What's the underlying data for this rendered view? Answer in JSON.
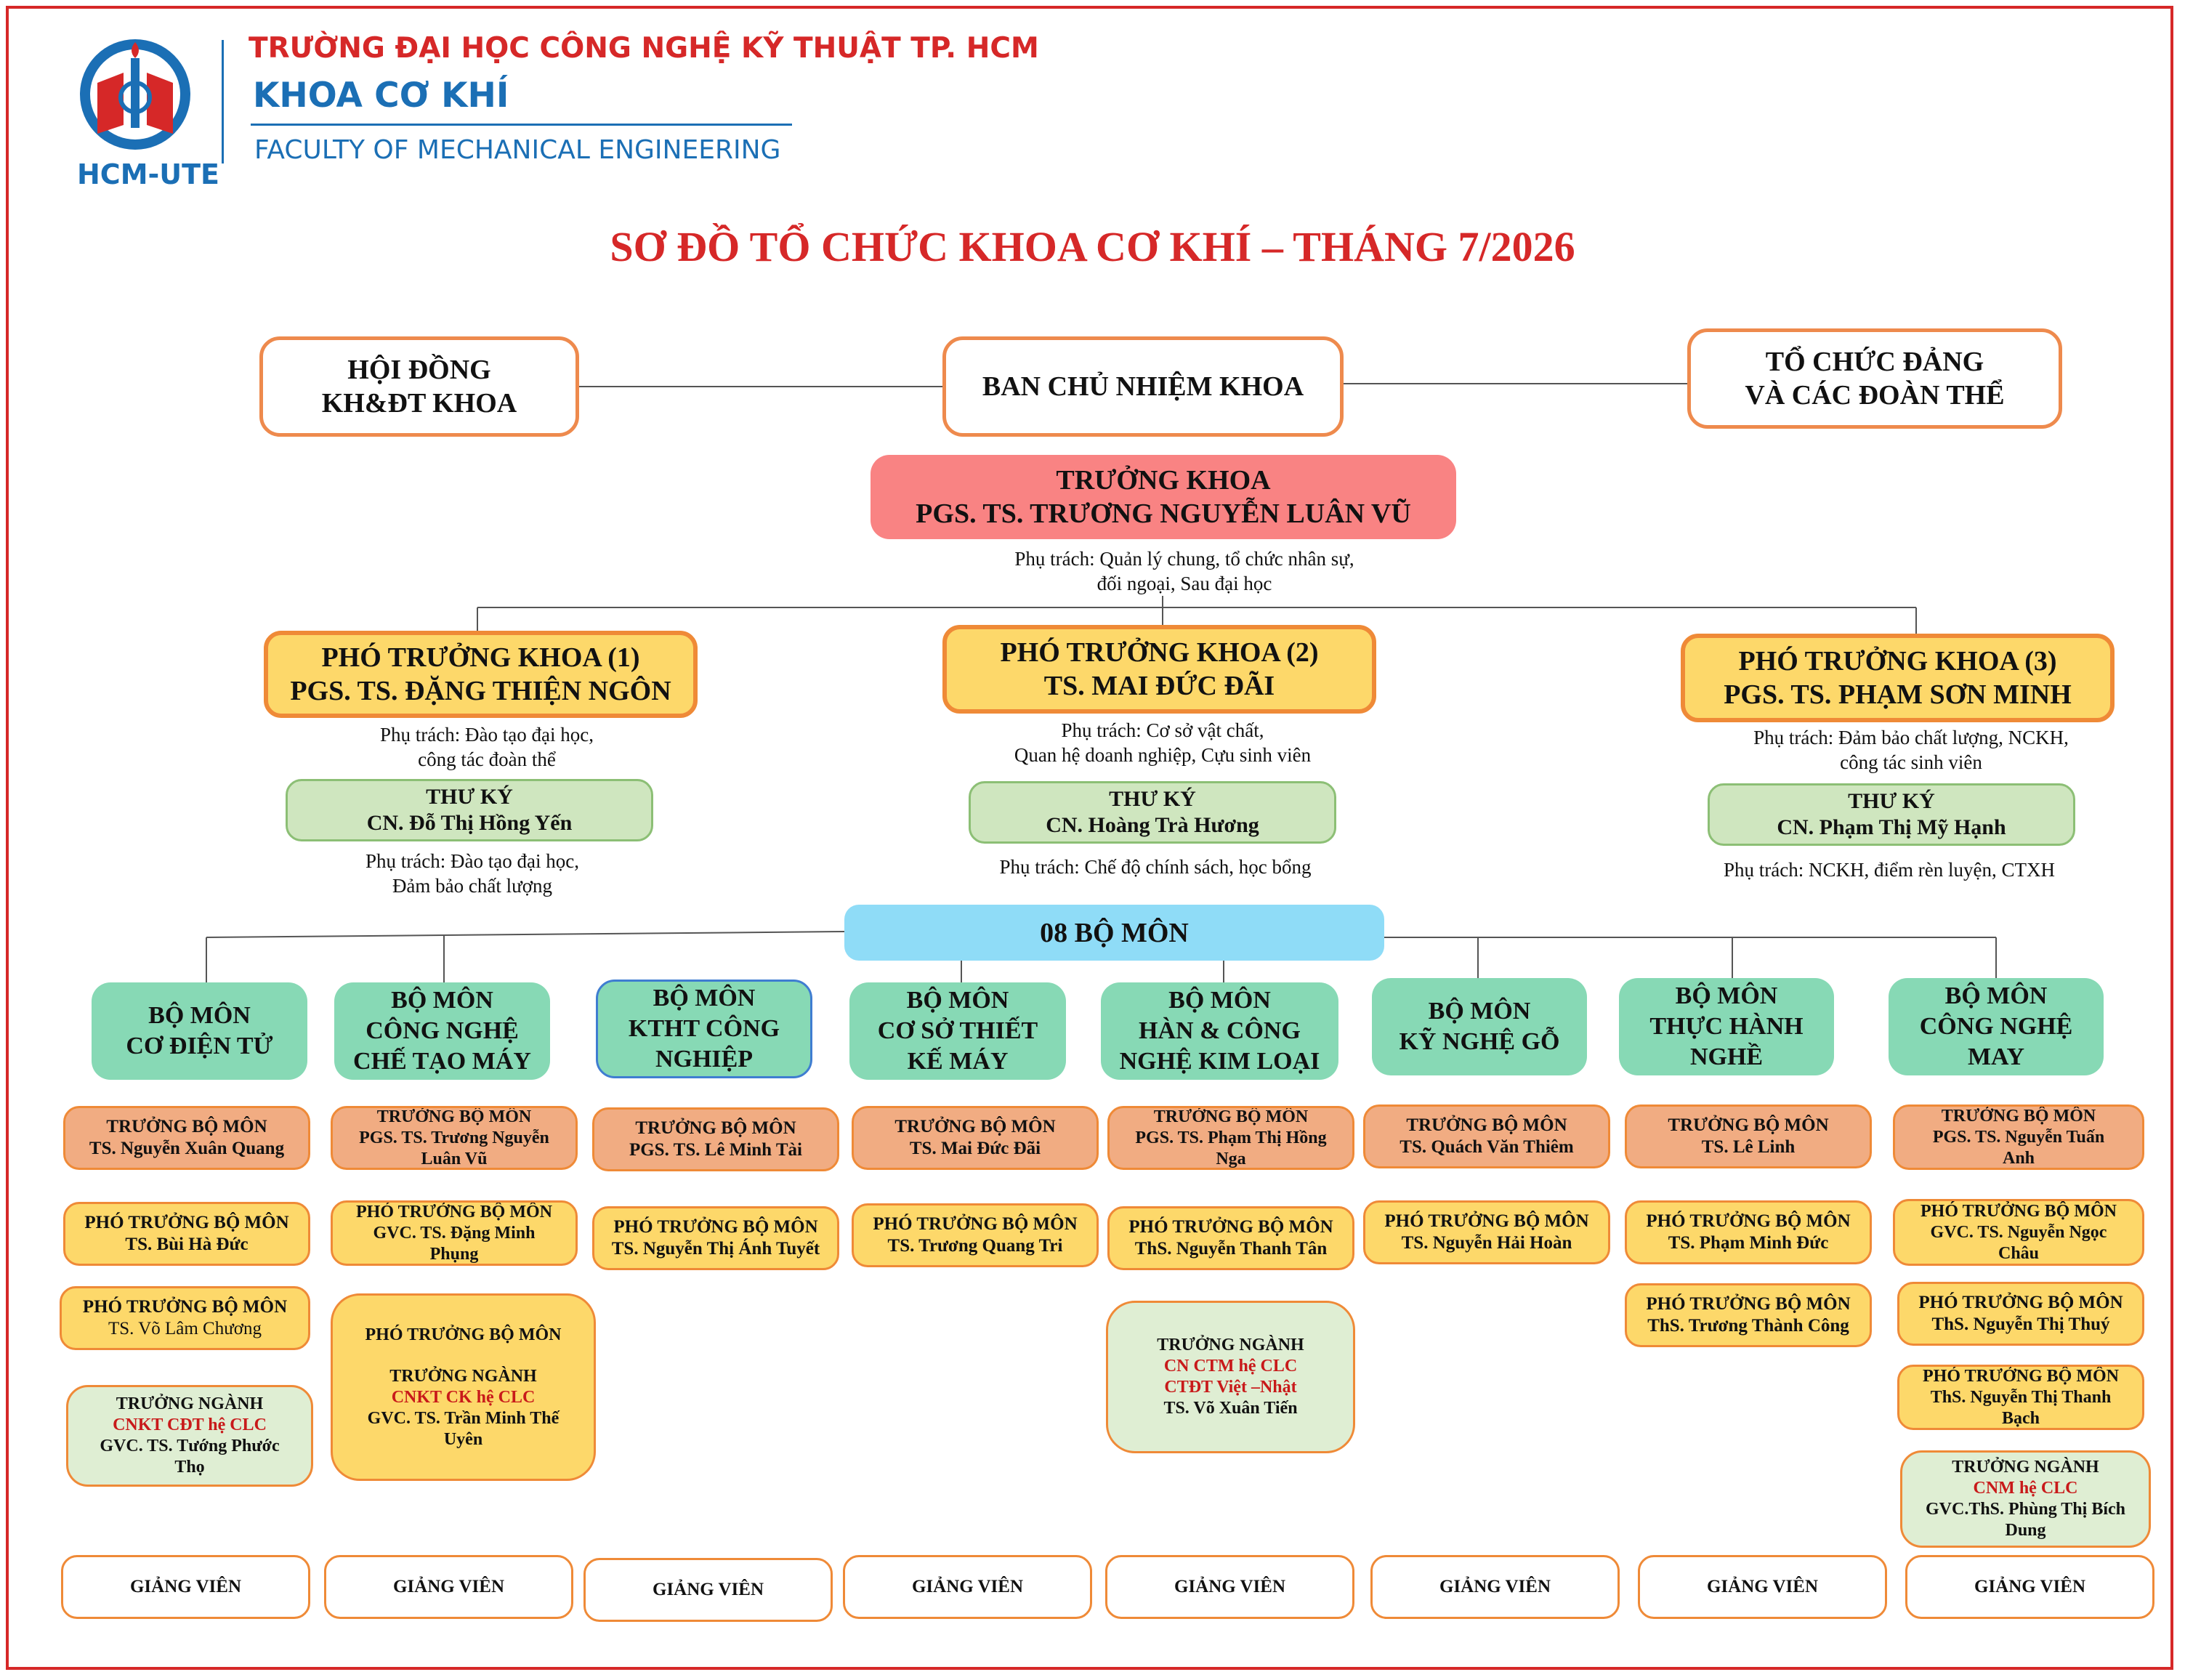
{
  "header": {
    "logo_text": "HCM-UTE",
    "university": "TRƯỜNG ĐẠI HỌC CÔNG NGHỆ KỸ THUẬT TP. HCM",
    "faculty_vi": "KHOA CƠ KHÍ",
    "faculty_en": "FACULTY OF MECHANICAL ENGINEERING"
  },
  "title": "SƠ ĐỒ TỔ CHỨC KHOA CƠ KHÍ – THÁNG 7/2026",
  "top": {
    "council": [
      "HỘI ĐỒNG",
      "KH&ĐT KHOA"
    ],
    "board": "BAN CHỦ NHIỆM KHOA",
    "party": [
      "TỔ CHỨC ĐẢNG",
      "VÀ CÁC ĐOÀN THỂ"
    ]
  },
  "dean": {
    "role": "TRƯỞNG KHOA",
    "name": "PGS. TS. TRƯƠNG NGUYỄN LUÂN VŨ",
    "duty": [
      "Phụ trách: Quản lý chung, tổ chức nhân sự,",
      "đối ngoại, Sau đại học"
    ]
  },
  "vice_deans": [
    {
      "role": "PHÓ TRƯỞNG KHOA (1)",
      "name": "PGS. TS. ĐẶNG THIỆN NGÔN",
      "duty": [
        "Phụ trách: Đào tạo đại học,",
        "công tác đoàn thể"
      ],
      "secretary_role": "THƯ KÝ",
      "secretary_name": "CN. Đỗ Thị Hồng Yến",
      "secretary_duty": [
        "Phụ trách: Đào tạo đại học,",
        "Đảm bảo chất lượng"
      ]
    },
    {
      "role": "PHÓ TRƯỞNG KHOA (2)",
      "name": "TS. MAI ĐỨC ĐÃI",
      "duty": [
        "Phụ trách: Cơ sở vật chất,",
        "Quan hệ doanh nghiệp, Cựu sinh viên"
      ],
      "secretary_role": "THƯ KÝ",
      "secretary_name": "CN. Hoàng Trà Hương",
      "secretary_duty": [
        "Phụ trách: Chế độ chính sách, học bổng"
      ]
    },
    {
      "role": "PHÓ TRƯỞNG KHOA (3)",
      "name": "PGS. TS. PHẠM SƠN MINH",
      "duty": [
        "Phụ trách: Đảm bảo chất lượng, NCKH,",
        "công tác sinh viên"
      ],
      "secretary_role": "THƯ KÝ",
      "secretary_name": "CN. Phạm Thị Mỹ Hạnh",
      "secretary_duty": [
        "Phụ trách: NCKH, điểm rèn luyện, CTXH"
      ]
    }
  ],
  "departments_label": "08 BỘ MÔN",
  "departments": [
    {
      "name": [
        "BỘ MÔN",
        "CƠ ĐIỆN TỬ"
      ]
    },
    {
      "name": [
        "BỘ MÔN",
        "CÔNG NGHỆ",
        "CHẾ TẠO MÁY"
      ]
    },
    {
      "name": [
        "BỘ MÔN",
        "KTHT CÔNG",
        "NGHIỆP"
      ]
    },
    {
      "name": [
        "BỘ MÔN",
        "CƠ SỞ THIẾT",
        "KẾ MÁY"
      ]
    },
    {
      "name": [
        "BỘ MÔN",
        "HÀN & CÔNG",
        "NGHỆ KIM LOẠI"
      ]
    },
    {
      "name": [
        "BỘ MÔN",
        "KỸ NGHỆ GỖ"
      ]
    },
    {
      "name": [
        "BỘ MÔN",
        "THỰC HÀNH",
        "NGHỀ"
      ]
    },
    {
      "name": [
        "BỘ MÔN",
        "CÔNG NGHỆ",
        "MAY"
      ]
    }
  ],
  "staff": {
    "heads": [
      [
        "TRƯỞNG BỘ MÔN",
        "TS. Nguyễn Xuân Quang"
      ],
      [
        "TRƯỞNG BỘ MÔN",
        "PGS. TS. Trương Nguyễn",
        "Luân Vũ"
      ],
      [
        "TRƯỞNG BỘ MÔN",
        "PGS. TS. Lê Minh Tài"
      ],
      [
        "TRƯỞNG BỘ MÔN",
        "TS. Mai Đức Đãi"
      ],
      [
        "TRƯỞNG BỘ MÔN",
        "PGS. TS. Phạm Thị Hồng",
        "Nga"
      ],
      [
        "TRƯỞNG BỘ MÔN",
        "TS. Quách Văn Thiêm"
      ],
      [
        "TRƯỞNG BỘ MÔN",
        "TS. Lê Linh"
      ],
      [
        "TRƯỞNG BỘ MÔN",
        "PGS. TS. Nguyễn Tuấn",
        "Anh"
      ]
    ],
    "deputies": [
      [
        "PHÓ TRƯỞNG BỘ MÔN",
        "TS. Bùi Hà Đức"
      ],
      [
        "PHÓ TRƯỞNG BỘ MÔN",
        "GVC. TS. Đặng Minh",
        "Phụng"
      ],
      [
        "PHÓ TRƯỞNG BỘ MÔN",
        "TS. Nguyễn Thị Ánh Tuyết"
      ],
      [
        "PHÓ TRƯỞNG BỘ MÔN",
        "TS. Trương Quang Tri"
      ],
      [
        "PHÓ TRƯỞNG BỘ MÔN",
        "ThS. Nguyễn Thanh Tân"
      ],
      [
        "PHÓ TRƯỞNG BỘ MÔN",
        "TS. Nguyễn Hải Hoàn"
      ],
      [
        "PHÓ TRƯỞNG BỘ MÔN",
        "TS. Phạm Minh Đức"
      ],
      [
        "PHÓ TRƯỞNG BỘ MÔN",
        "GVC. TS. Nguyễn Ngọc",
        "Châu"
      ]
    ],
    "deputy2_col1": [
      "PHÓ TRƯỞNG BỘ MÔN",
      "TS. Võ Lâm Chương"
    ],
    "deputy2_col7": [
      "PHÓ TRƯỞNG BỘ MÔN",
      "ThS. Trương Thành Công"
    ],
    "deputy2_col8": [
      "PHÓ TRƯỞNG BỘ MÔN",
      "ThS. Nguyễn Thị Thuý"
    ],
    "deputy3_col8": [
      "PHÓ TRƯỞNG BỘ MÔN",
      "ThS. Nguyễn Thị Thanh",
      "Bạch"
    ],
    "combo_col2": {
      "role": "PHÓ TRƯỞNG BỘ MÔN",
      "role2": "TRƯỞNG NGÀNH",
      "program": "CNKT CK hệ CLC",
      "name": [
        "GVC. TS. Trần Minh Thế",
        "Uyên"
      ]
    },
    "major_col1": {
      "role": "TRƯỞNG NGÀNH",
      "program": "CNKT CĐT hệ CLC",
      "name": [
        "GVC. TS. Tướng Phước",
        "Thọ"
      ]
    },
    "major_col5": {
      "role": "TRƯỞNG NGÀNH",
      "program": [
        "CN CTM hệ CLC",
        "CTĐT Việt –Nhật"
      ],
      "name": [
        "TS. Võ Xuân Tiến"
      ]
    },
    "major_col8": {
      "role": "TRƯỞNG NGÀNH",
      "program": "CNM hệ CLC",
      "name": [
        "GVC.ThS. Phùng Thị Bích",
        "Dung"
      ]
    },
    "lecturers": [
      "GIẢNG VIÊN",
      "GIẢNG VIÊN",
      "GIẢNG VIÊN",
      "GIẢNG VIÊN",
      "GIẢNG VIÊN",
      "GIẢNG VIÊN",
      "GIẢNG VIÊN",
      "GIẢNG VIÊN"
    ]
  },
  "colors": {
    "brand_red": "#d62828",
    "brand_blue": "#1b6fb5",
    "dean_fill": "#f98383",
    "vice_fill": "#fdd86a",
    "secretary_fill": "#cfe6bf",
    "department_fill": "#87d9b5",
    "head_fill": "#f1ac82",
    "border_orange": "#ef8a37"
  }
}
